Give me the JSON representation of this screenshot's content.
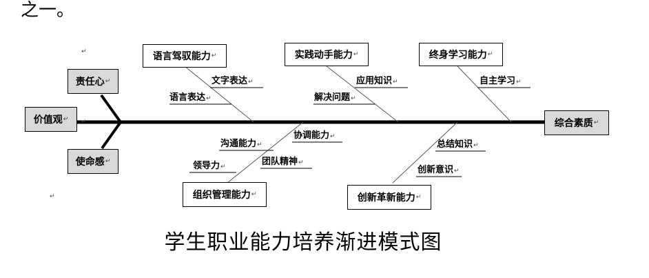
{
  "top_fragment": "之一。",
  "caption": "学生职业能力培养渐进模式图",
  "left_boxes": [
    "责任心",
    "价值观",
    "使命感"
  ],
  "head_box": "综合素质",
  "top_bones": [
    {
      "box": "语言驾驭能力",
      "subs": [
        "文字表达",
        "语言表达"
      ]
    },
    {
      "box": "实践动手能力",
      "subs": [
        "应用知识",
        "解决问题"
      ]
    },
    {
      "box": "终身学习能力",
      "subs": [
        "自主学习"
      ]
    }
  ],
  "bottom_bones": [
    {
      "box": "组织管理能力",
      "subs": [
        "沟通能力",
        "领导力"
      ],
      "joint": [
        "协调能力",
        "团队精神"
      ]
    },
    {
      "box": "创新革新能力",
      "subs": [
        "总结知识",
        "创新意识"
      ]
    }
  ],
  "paragraph_mark": "↵"
}
